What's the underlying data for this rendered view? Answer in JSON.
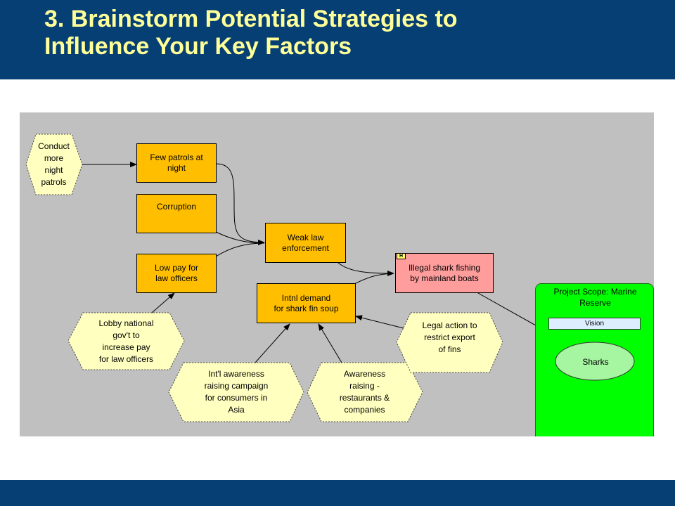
{
  "slide": {
    "title_line1": "3. Brainstorm Potential Strategies to",
    "title_line2": "Influence Your Key Factors"
  },
  "diagram": {
    "strategies": {
      "conduct_patrols": "Conduct\nmore\nnight\npatrols",
      "lobby_govt": "Lobby national\ngov't to\nincrease pay\nfor law officers",
      "intl_awareness": "Int'l awareness\nraising campaign\nfor consumers in\nAsia",
      "awareness_restaurants": "Awareness\nraising -\nrestaurants &\ncompanies",
      "legal_action": "Legal action to\nrestrict export\nof fins"
    },
    "factors": {
      "few_patrols": "Few patrols at\nnight",
      "corruption": "Corruption",
      "low_pay": "Low pay for\nlaw officers",
      "weak_law": "Weak law\nenforcement",
      "intl_demand": "Intnl demand\nfor shark fin soup"
    },
    "threat": {
      "label": "Illegal shark fishing\nby mainland boats",
      "badge": "H"
    },
    "scope": {
      "title": "Project Scope: Marine\nReserve",
      "vision": "Vision",
      "target": "Sharks"
    }
  },
  "colors": {
    "header_bg": "#063f73",
    "title_text": "#ffff99",
    "canvas_bg": "#c0c0c0",
    "factor_fill": "#ffbf00",
    "threat_fill": "#ff9d9d",
    "strategy_fill": "#ffffc0",
    "scope_fill": "#00ff00",
    "target_fill": "#a6f5a0"
  }
}
